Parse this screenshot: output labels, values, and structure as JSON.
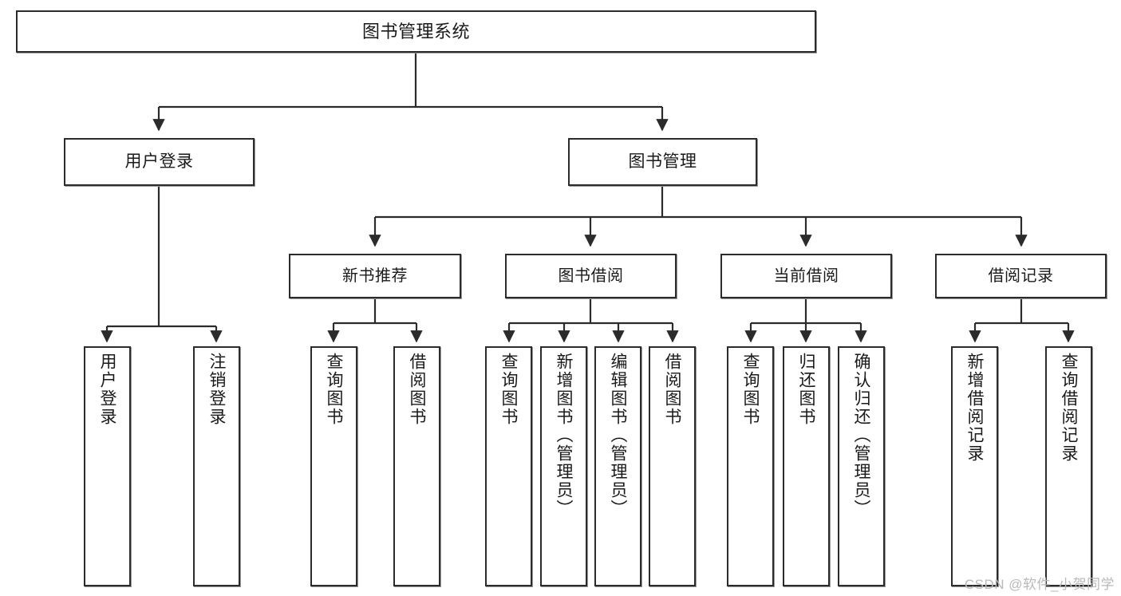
{
  "diagram": {
    "title": "图书管理系统",
    "watermark": "CSDN @软件_小贺同学",
    "line_color": "#2b2b2b",
    "box_fill": "#ffffff",
    "text_color": "#1a1a1a",
    "nodes": {
      "root": {
        "label": "图书管理系统"
      },
      "level2": [
        {
          "id": "user-login",
          "label": "用户登录"
        },
        {
          "id": "book-manage",
          "label": "图书管理"
        }
      ],
      "level3": [
        {
          "id": "new-book-recommend",
          "label": "新书推荐"
        },
        {
          "id": "book-borrow",
          "label": "图书借阅"
        },
        {
          "id": "current-borrow",
          "label": "当前借阅"
        },
        {
          "id": "borrow-record",
          "label": "借阅记录"
        }
      ],
      "leaves": {
        "user-login": [
          {
            "id": "leaf-user-login",
            "label": "用户登录"
          },
          {
            "id": "leaf-logout-login",
            "label": "注销登录"
          }
        ],
        "new-book-recommend": [
          {
            "id": "leaf-query-book-1",
            "label": "查询图书"
          },
          {
            "id": "leaf-borrow-book-1",
            "label": "借阅图书"
          }
        ],
        "book-borrow": [
          {
            "id": "leaf-query-book-2",
            "label": "查询图书"
          },
          {
            "id": "leaf-add-book",
            "label": "新增图书（管理员）"
          },
          {
            "id": "leaf-edit-book",
            "label": "编辑图书（管理员）"
          },
          {
            "id": "leaf-borrow-book-2",
            "label": "借阅图书"
          }
        ],
        "current-borrow": [
          {
            "id": "leaf-query-book-3",
            "label": "查询图书"
          },
          {
            "id": "leaf-return-book",
            "label": "归还图书"
          },
          {
            "id": "leaf-confirm-return",
            "label": "确认归还（管理员）"
          }
        ],
        "borrow-record": [
          {
            "id": "leaf-add-borrow-record",
            "label": "新增借阅记录"
          },
          {
            "id": "leaf-query-borrow-record",
            "label": "查询借阅记录"
          }
        ]
      }
    }
  }
}
